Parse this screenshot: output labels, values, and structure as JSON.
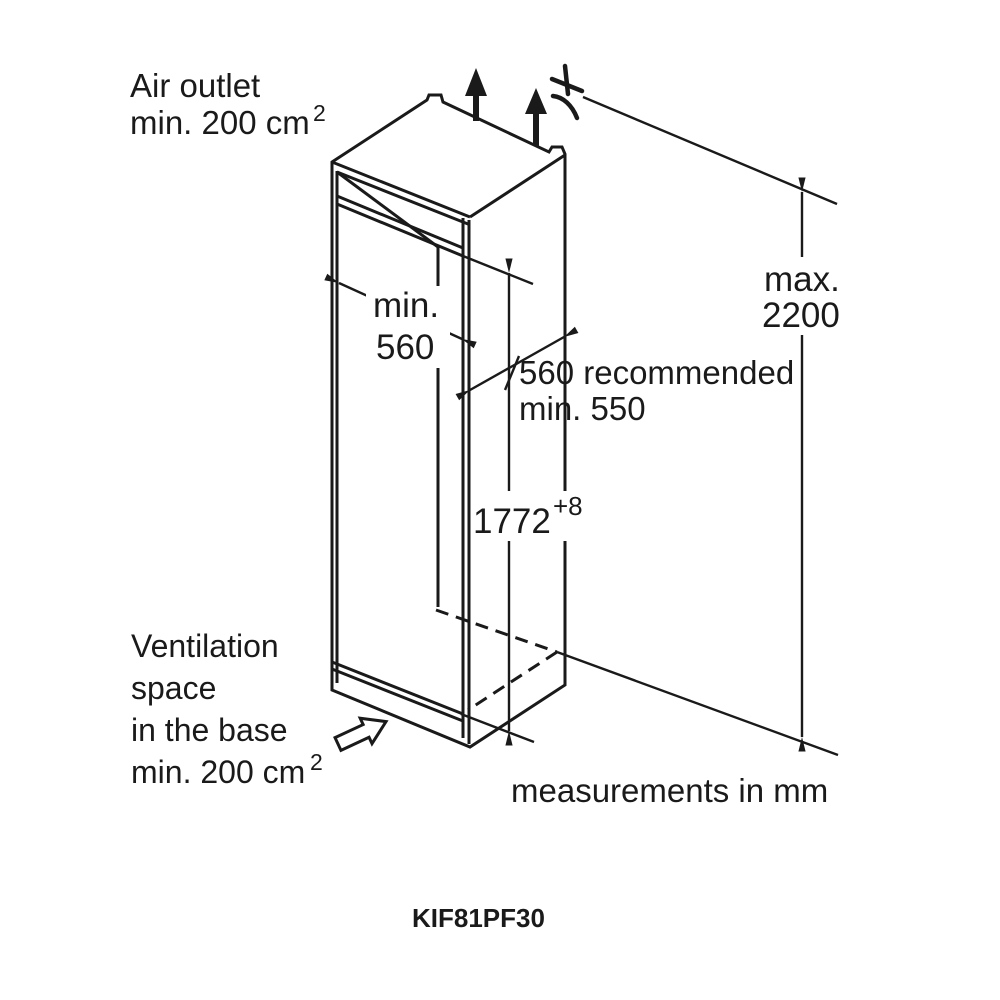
{
  "diagram": {
    "air_outlet": {
      "line1": "Air outlet",
      "line2_base": "min. 200 cm",
      "line2_sup": "2"
    },
    "ventilation": {
      "line1": "Ventilation",
      "line2": "space",
      "line3": "in the base",
      "line4_base": "min. 200 cm",
      "line4_sup": "2"
    },
    "dims": {
      "max_height": {
        "line1": "max.",
        "line2": "2200"
      },
      "niche_width": {
        "line1": "min.",
        "line2": "560"
      },
      "depth": {
        "line1": "560 recommended",
        "line2": "min. 550"
      },
      "niche_height": {
        "value": "1772",
        "tolerance": "+8"
      }
    },
    "units_note": "measurements in mm",
    "model": "KIF81PF30",
    "colors": {
      "line": "#1a1a1a",
      "background": "#ffffff"
    }
  }
}
